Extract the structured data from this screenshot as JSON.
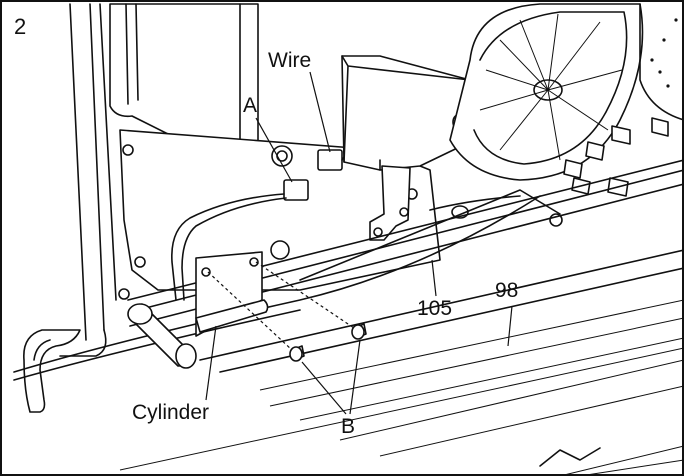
{
  "figure": {
    "step_number": "2",
    "callouts": {
      "wire": "Wire",
      "a": "A",
      "part_105": "105",
      "part_98": "98",
      "cylinder": "Cylinder",
      "b": "B"
    }
  }
}
